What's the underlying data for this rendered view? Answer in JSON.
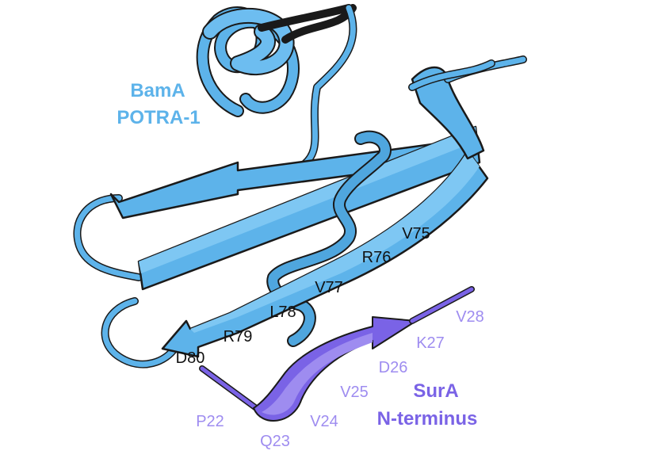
{
  "colors": {
    "bama": "#5db3ea",
    "bama_light": "#7ec7f3",
    "bama_dark": "#3a8fcb",
    "outline": "#1a1a1a",
    "sura": "#7a63e6",
    "sura_light": "#9e8cf0",
    "residue_black": "#111111"
  },
  "bama_label": {
    "line1": "BamA",
    "line2": "POTRA-1"
  },
  "sura_label": {
    "line1": "SurA",
    "line2": "N-terminus"
  },
  "bama_residues": [
    {
      "id": "v75",
      "text": "V75"
    },
    {
      "id": "r76",
      "text": "R76"
    },
    {
      "id": "v77",
      "text": "V77"
    },
    {
      "id": "l78",
      "text": "L78"
    },
    {
      "id": "r79",
      "text": "R79"
    },
    {
      "id": "d80",
      "text": "D80"
    }
  ],
  "sura_residues": [
    {
      "id": "v28",
      "text": "V28"
    },
    {
      "id": "k27",
      "text": "K27"
    },
    {
      "id": "d26",
      "text": "D26"
    },
    {
      "id": "v25",
      "text": "V25"
    },
    {
      "id": "v24",
      "text": "V24"
    },
    {
      "id": "q23",
      "text": "Q23"
    },
    {
      "id": "p22",
      "text": "P22"
    }
  ]
}
